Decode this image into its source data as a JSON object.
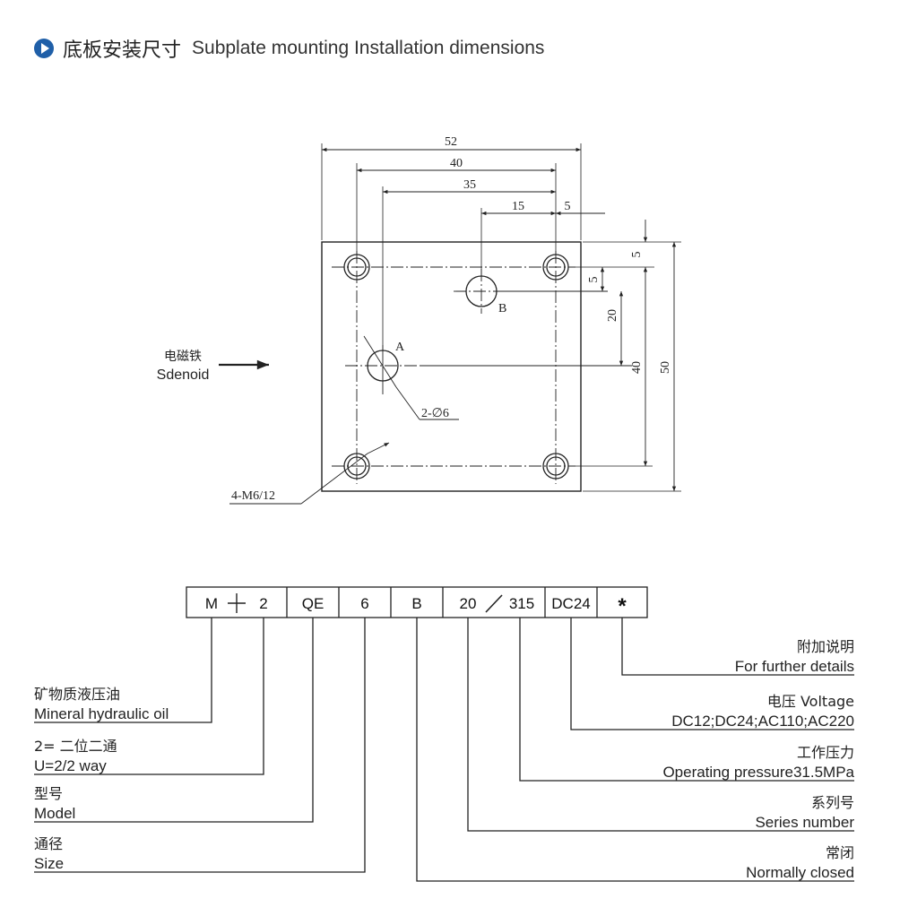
{
  "header": {
    "title_cn": "底板安装尺寸",
    "title_en": "Subplate mounting Installation dimensions",
    "icon": "play-circle-icon"
  },
  "drawing": {
    "dims": {
      "d52": "52",
      "d40": "40",
      "d35": "35",
      "d15": "15",
      "d5a": "5",
      "v5a": "5",
      "v5b": "5",
      "v20": "20",
      "v40": "40",
      "v50": "50"
    },
    "port_a": "A",
    "port_b": "B",
    "hole_note": "2-∅6",
    "thread_note": "4-M6/12",
    "solenoid_cn": "电磁铁",
    "solenoid_en": "Sdenoid"
  },
  "code": {
    "cells": [
      "M",
      "2",
      "QE",
      "6",
      "B",
      "20",
      "315",
      "DC24",
      "*"
    ]
  },
  "left_labels": [
    {
      "cn": "矿物质液压油",
      "en": "Mineral hydraulic oil"
    },
    {
      "cn": "2= 二位二通",
      "en": "U=2/2 way"
    },
    {
      "cn": "型号",
      "en": "Model"
    },
    {
      "cn": "通径",
      "en": "Size"
    }
  ],
  "right_labels": [
    {
      "cn": "附加说明",
      "en": "For further details"
    },
    {
      "cn": "电压 Voltage",
      "en": "DC12;DC24;AC110;AC220"
    },
    {
      "cn": "工作压力",
      "en": "Operating pressure31.5MPa"
    },
    {
      "cn": "系列号",
      "en": "Series number"
    },
    {
      "cn": "常闭",
      "en": "Normally closed"
    }
  ]
}
